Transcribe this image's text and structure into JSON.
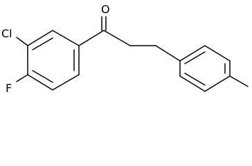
{
  "molecule": {
    "atoms": {
      "oxygen": "O",
      "chlorine": "Cl",
      "fluorine": "F"
    },
    "colors": {
      "bond": "#000000",
      "label": "#000000",
      "background": "#ffffff"
    }
  }
}
